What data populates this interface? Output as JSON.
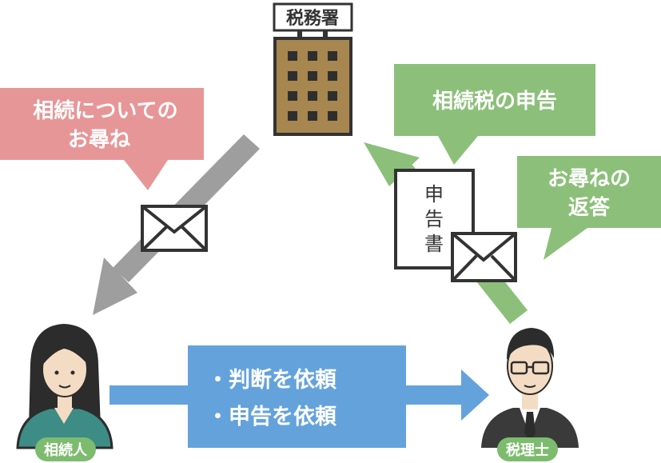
{
  "office": {
    "sign": "税務署"
  },
  "bubbles": {
    "inquiry": {
      "line1": "相続について",
      "line2": "の",
      "line3": "お尋ね"
    },
    "filing": {
      "text": "相続税の申告"
    },
    "reply": {
      "line1": "お尋ねの",
      "line2": "返答"
    }
  },
  "document": {
    "chars": [
      "申",
      "告",
      "書"
    ]
  },
  "request": {
    "line1": "・判断を依頼",
    "line2": "・申告を依頼"
  },
  "people": {
    "heir": {
      "label": "相続人"
    },
    "accountant": {
      "label": "税理士"
    }
  },
  "colors": {
    "pink": "#e79697",
    "green": "#8cc07a",
    "blue": "#64a2dc",
    "gray": "#9e9e9e",
    "building": "#a8864f",
    "dark": "#3a3a3a",
    "teal": "#3e8c86",
    "label_bg": "#7dbc6f"
  }
}
